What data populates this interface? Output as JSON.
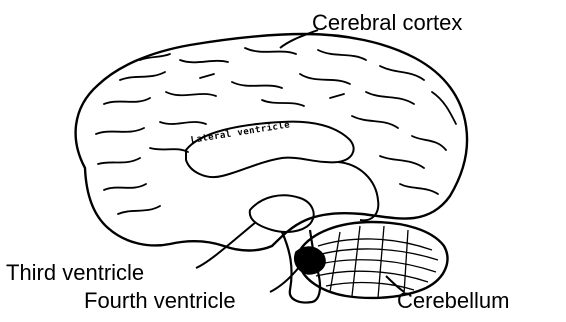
{
  "labels": {
    "cerebral_cortex": "Cerebral cortex",
    "third_ventricle": "Third ventricle",
    "fourth_ventricle": "Fourth ventricle",
    "cerebellum": "Cerebellum"
  },
  "inner_label": "Lateral ventricle",
  "colors": {
    "ink": "#000000",
    "background": "#ffffff"
  }
}
